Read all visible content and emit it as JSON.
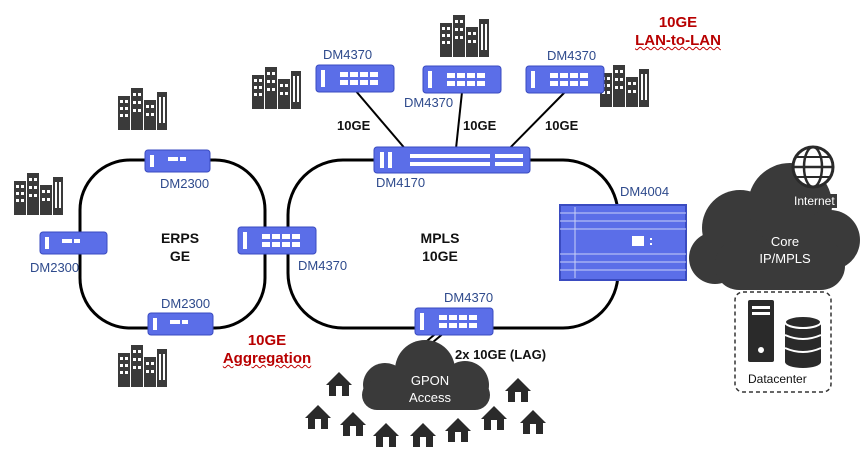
{
  "rings": {
    "erps": [
      "ERPS",
      "GE"
    ],
    "mpls": [
      "MPLS",
      "10GE"
    ]
  },
  "devices": {
    "dm2300_top": "DM2300",
    "dm2300_left": "DM2300",
    "dm2300_bottom": "DM2300",
    "dm4370_middle": "DM4370",
    "dm4370_top_left": "DM4370",
    "dm4370_top_center": "DM4370",
    "dm4370_top_right": "DM4370",
    "dm4370_bottom": "DM4370",
    "dm4170": "DM4170",
    "dm4004": "DM4004"
  },
  "links": {
    "left": "10GE",
    "center": "10GE",
    "right": "10GE",
    "lag": "2x 10GE (LAG)"
  },
  "callouts": {
    "lan_to_lan": [
      "10GE",
      "LAN-to-LAN"
    ],
    "aggregation": [
      "10GE",
      "Aggregation"
    ]
  },
  "core_cloud": [
    "Core",
    "IP/MPLS"
  ],
  "internet": "Internet",
  "datacenter": "Datacenter",
  "gpon_cloud": [
    "GPON",
    "Access"
  ],
  "colors": {
    "device_blue": "#5b6ee8",
    "label_blue": "#2e4a8c",
    "cloud_dark": "#3a3a3a",
    "callout_red": "#b80000"
  }
}
